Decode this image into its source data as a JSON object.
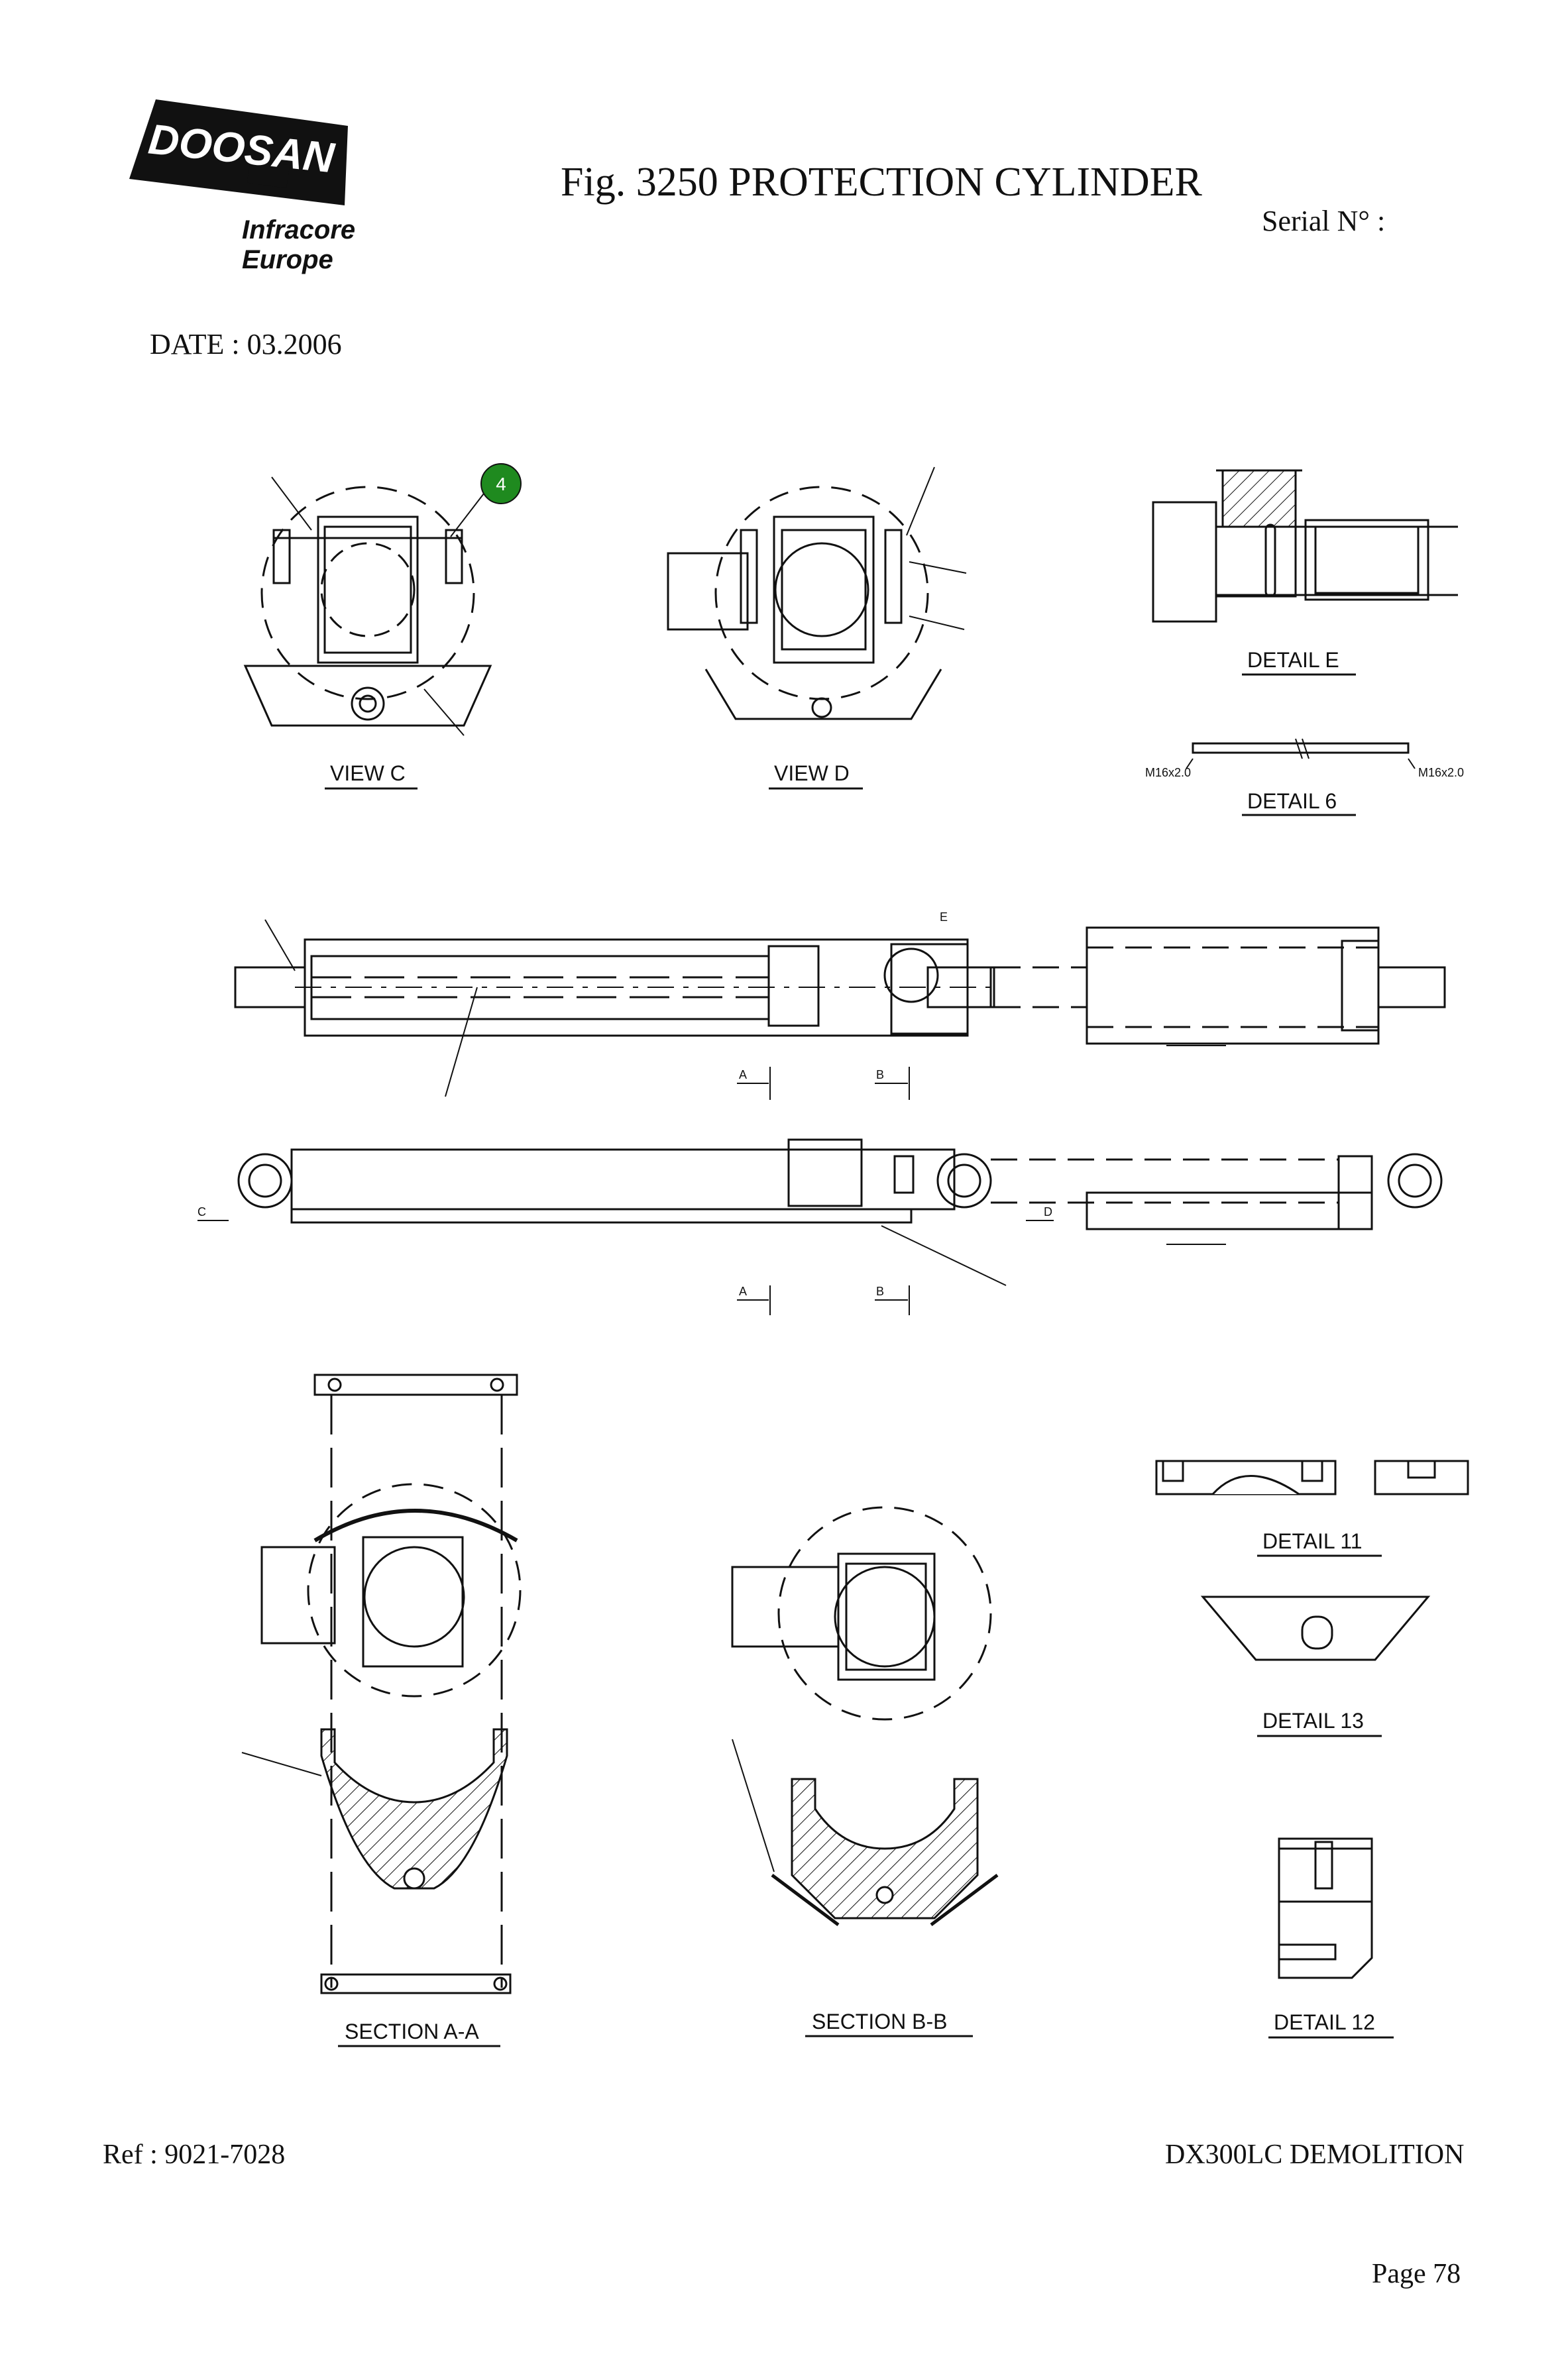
{
  "header": {
    "logo_name": "DOOSAN",
    "logo_sub1": "Infracore",
    "logo_sub2": "Europe",
    "figure_title": "Fig. 3250   PROTECTION CYLINDER",
    "serial_label": "Serial N° :",
    "date_label": "DATE : 03.2006"
  },
  "views": {
    "view_c": "VIEW  C",
    "view_d": "VIEW  D",
    "detail_e": "DETAIL  E",
    "detail_6": "DETAIL  6",
    "detail_11": "DETAIL  11",
    "detail_13": "DETAIL  13",
    "detail_12": "DETAIL  12",
    "section_aa": "SECTION  A-A",
    "section_bb": "SECTION  B-B"
  },
  "marks": {
    "a": "A",
    "b": "B",
    "c": "C",
    "d": "D",
    "e": "E",
    "detail6_left": "M16x2.0",
    "detail6_right": "M16x2.0"
  },
  "callouts": {
    "bubble_4": "4"
  },
  "colors": {
    "bubble_fill": "#1f8a1f",
    "line": "#111111"
  },
  "footer": {
    "ref": "Ref : 9021-7028",
    "model": "DX300LC DEMOLITION",
    "page": "Page 78"
  }
}
